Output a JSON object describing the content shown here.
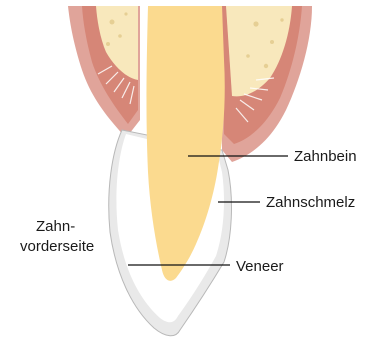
{
  "labels": {
    "dentin": "Zahnbein",
    "enamel": "Zahnschmelz",
    "front_line1": "Zahn-",
    "front_line2": "vorderseite",
    "veneer": "Veneer"
  },
  "colors": {
    "gum_outer": "#e0a49a",
    "gum_inner": "#d68677",
    "bone": "#f8e8bc",
    "dentin": "#fbda8f",
    "enamel": "#ffffff",
    "veneer": "#e9e9e9",
    "outline": "#b8b8b8",
    "leader": "#111111"
  }
}
